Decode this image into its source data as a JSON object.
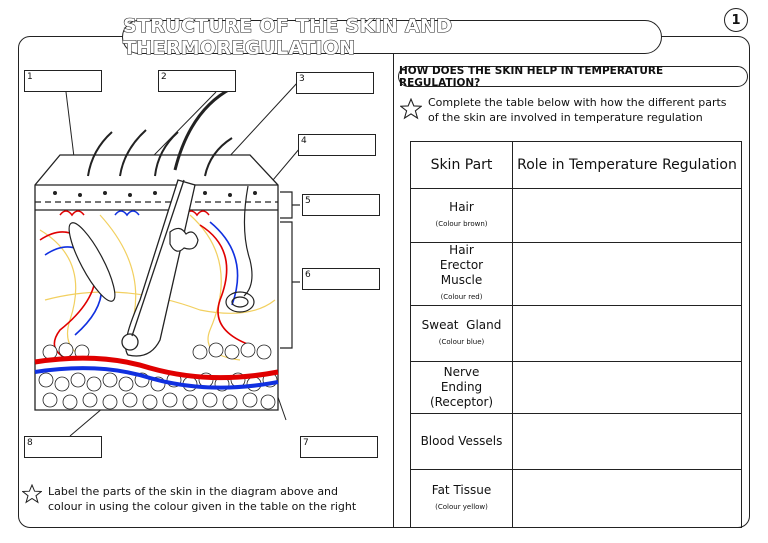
{
  "title": "STRUCTURE OF THE SKIN AND THERMOREGULATION",
  "page_number": "1",
  "labels": [
    "1",
    "2",
    "3",
    "4",
    "5",
    "6",
    "7",
    "8"
  ],
  "question": "HOW DOES THE SKIN HELP IN TEMPERATURE REGULATION?",
  "right_instruction": [
    "Complete the table below with how the different parts",
    "of the skin are involved in temperature regulation"
  ],
  "left_instruction": [
    "Label the parts of the skin in the diagram above and",
    "colour in using the colour given in the table on the right"
  ],
  "table": {
    "headers": [
      "Skin Part",
      "Role in Temperature Regulation"
    ],
    "rows": [
      {
        "part": "Hair",
        "note": "(Colour brown)"
      },
      {
        "part": "Hair Erector Muscle",
        "note": "(Colour red)"
      },
      {
        "part": "Sweat  Gland",
        "note": "(Colour blue)"
      },
      {
        "part": "Nerve Ending (Receptor)",
        "note": ""
      },
      {
        "part": "Blood Vessels",
        "note": ""
      },
      {
        "part": "Fat Tissue",
        "note": "(Colour yellow)"
      }
    ]
  },
  "colors": {
    "red": "#e00000",
    "blue": "#1030e0",
    "yellow": "#f2d060",
    "outline": "#222222"
  }
}
